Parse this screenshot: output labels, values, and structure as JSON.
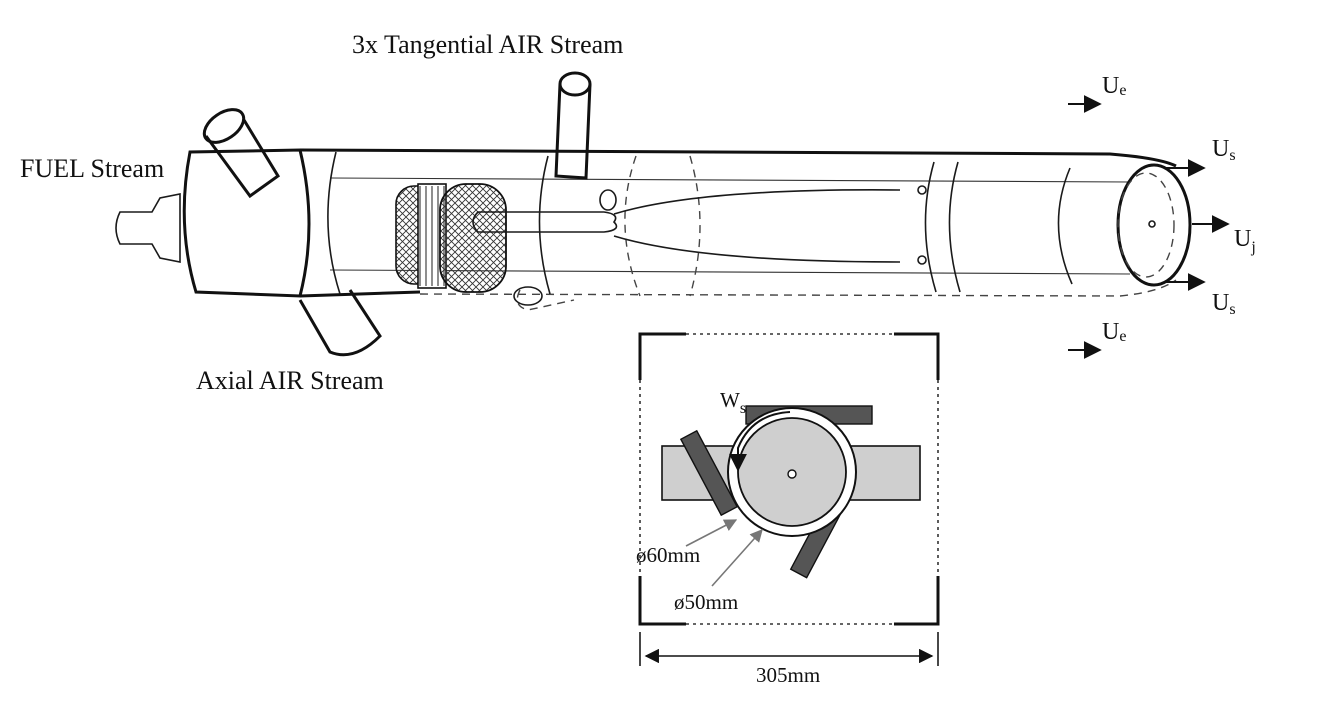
{
  "labels": {
    "tangential": "3x Tangential AIR Stream",
    "fuel": "FUEL Stream",
    "axial": "Axial AIR Stream",
    "ue_top": "U",
    "ue_top_sub": "e",
    "us_top": "U",
    "us_top_sub": "s",
    "uj": "U",
    "uj_sub": "j",
    "us_bottom": "U",
    "us_bottom_sub": "s",
    "ue_bottom": "U",
    "ue_bottom_sub": "e",
    "ws": "W",
    "ws_sub": "s",
    "d60": "ø60mm",
    "d50": "ø50mm",
    "width": "305mm"
  },
  "colors": {
    "light_gray": "#cfcfcf",
    "dark_gray": "#555555",
    "line": "#111111"
  }
}
